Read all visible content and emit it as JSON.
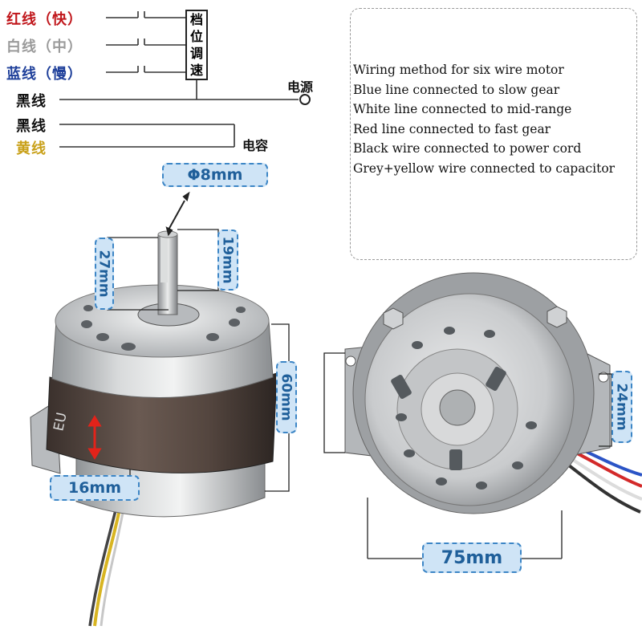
{
  "wiring_diagram": {
    "wires": [
      {
        "label": "红线（快）",
        "color": "#c0161b"
      },
      {
        "label": "白线（中）",
        "color": "#9a9a9a"
      },
      {
        "label": "蓝线（慢）",
        "color": "#1e3f9a"
      },
      {
        "label": "黑线",
        "color": "#111111"
      },
      {
        "label": "黑线",
        "color": "#111111"
      },
      {
        "label": "黄线",
        "color": "#c9a11a"
      }
    ],
    "speed_control_label": [
      "档",
      "位",
      "调",
      "速"
    ],
    "power_label": "电源",
    "capacitor_label": "电容"
  },
  "info_box": {
    "lines": [
      "Wiring method for six wire motor",
      "Blue line connected to slow gear",
      "White line connected to mid-range",
      "Red line connected to fast gear",
      "Black wire connected to power cord",
      "Grey+yellow wire connected to capacitor"
    ]
  },
  "dimensions": {
    "shaft_diameter": "Φ8mm",
    "shaft_length_total": "27mm",
    "shaft_length_flat": "19mm",
    "body_height": "60mm",
    "stack_height": "16mm",
    "mount_height": "24mm",
    "body_diameter": "75mm"
  },
  "motor": {
    "stator_marking": "EU"
  }
}
